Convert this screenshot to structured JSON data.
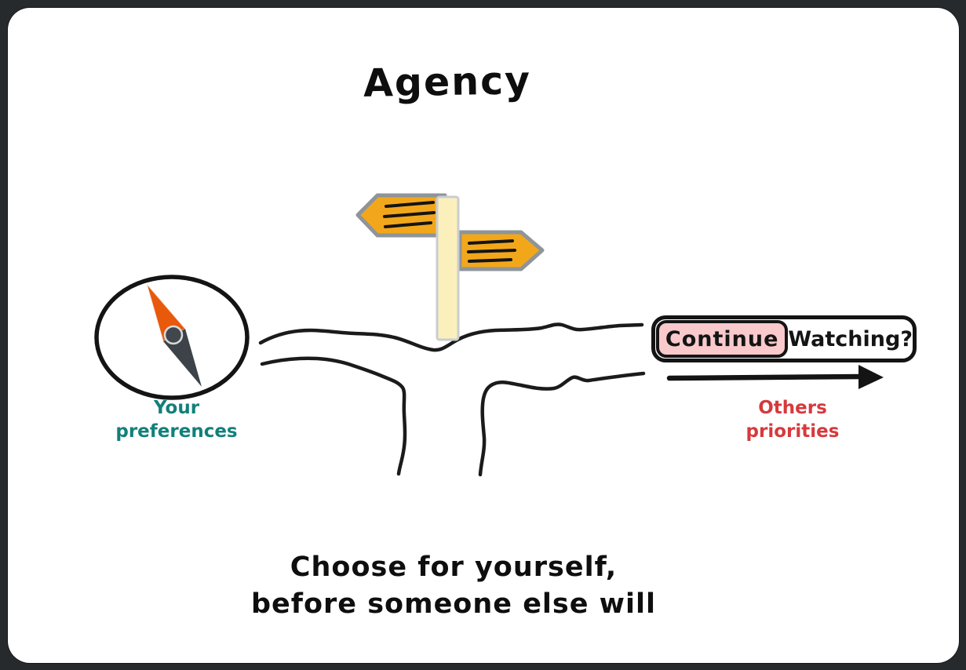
{
  "title": "Agency",
  "compass_label": {
    "line1": "Your",
    "line2": "preferences"
  },
  "continue_watching_button": {
    "continue_label": "Continue",
    "watching_label": "Watching?"
  },
  "others_priorities_label": {
    "line1": "Others",
    "line2": "priorities"
  },
  "caption": {
    "line1": "Choose for yourself,",
    "line2": "before someone else will"
  },
  "icons": {
    "compass": "compass-icon",
    "signpost": "signpost-icon",
    "road": "road-fork-illustration",
    "arrow": "arrow-right-icon"
  },
  "colors": {
    "background": "#262a2d",
    "card": "#ffffff",
    "ink": "#141414",
    "sign_orange": "#f2a71b",
    "sign_border_gray": "#8e9499",
    "post_yellow": "#fbf0bc",
    "post_border_gray": "#c9cdd1",
    "needle_orange": "#e8590b",
    "needle_dark": "#3d4348",
    "continue_pink": "#f9c9cc",
    "preferences_teal": "#12807a",
    "priorities_red": "#d6393c"
  }
}
